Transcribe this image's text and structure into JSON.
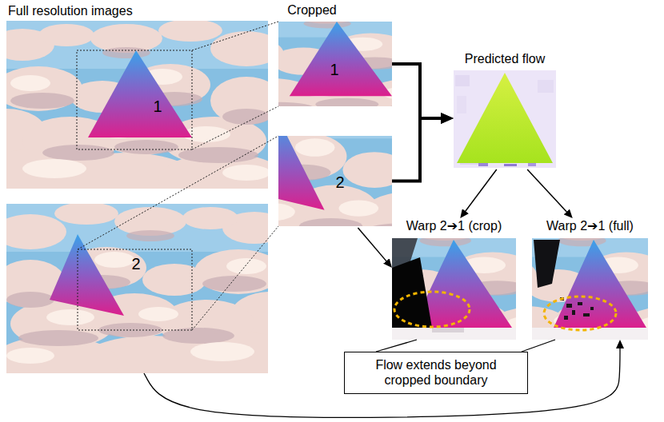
{
  "diagram": {
    "nodes": [
      {
        "text": [
          "1"
        ]
      },
      {
        "text": [
          "2"
        ]
      },
      {
        "text": [
          "1"
        ]
      },
      {
        "text": [
          "2"
        ]
      },
      {
        "text": [
          "Predicted flow"
        ]
      },
      {
        "text": [
          "Warp 2➔1 (crop)"
        ]
      },
      {
        "text": [
          "Warp 2➔1 (full)"
        ]
      },
      {
        "text": [
          "Flow extends beyond cropped boundary"
        ]
      }
    ],
    "edges": [
      {
        "from": 2,
        "to": 4,
        "arrow": "to"
      },
      {
        "from": 3,
        "to": 4,
        "arrow": "to"
      },
      {
        "from": 4,
        "to": 5,
        "arrow": "to"
      },
      {
        "from": 4,
        "to": 6,
        "arrow": "to"
      },
      {
        "from": 3,
        "to": 5,
        "arrow": "to"
      },
      {
        "from": 1,
        "to": 6,
        "arrow": "to"
      },
      {
        "from": 7,
        "to": 5,
        "arrow": "none"
      },
      {
        "from": 7,
        "to": 6,
        "arrow": "none"
      }
    ],
    "labels": [
      "Full resolution images",
      "Cropped"
    ]
  }
}
